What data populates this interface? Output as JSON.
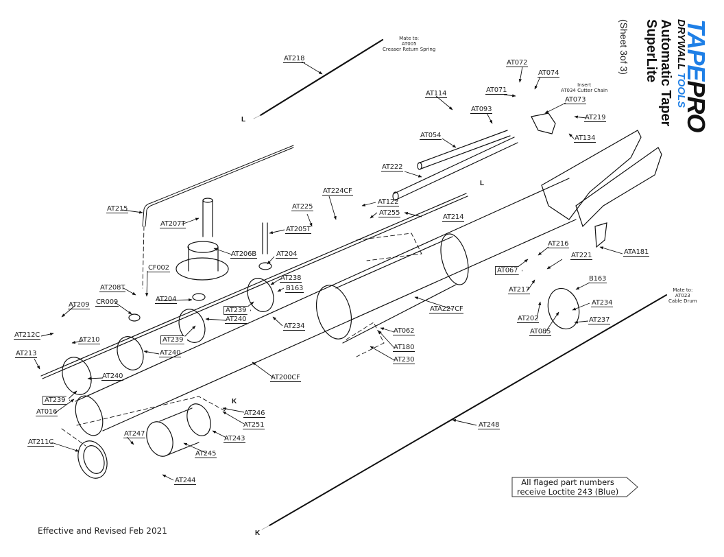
{
  "title_block": {
    "brand_part1": "TAPE",
    "brand_part2": "PRO",
    "subtitle_part1": "DRYWALL ",
    "subtitle_part2": "TOOLS",
    "product": "Automatic Taper",
    "model": "SuperLite",
    "sheet": "(Sheet 3of 3)",
    "brand_color": "#1e7fe6"
  },
  "notes": {
    "mate_top_line1": "Mate to:",
    "mate_top_line2": "AT005",
    "mate_top_line3": "Creaser Return Spring",
    "insert_line1": "Insert",
    "insert_line2": "AT034 Cutter Chain",
    "mate_right_line1": "Mate to:",
    "mate_right_line2": "AT023",
    "mate_right_line3": "Cable Drum",
    "loctite_line1": "All flaged part numbers",
    "loctite_line2": "receive Loctite 243 (Blue)"
  },
  "footer": "Effective and Revised Feb 2021",
  "connection_letters": {
    "L1": "L",
    "L2": "L",
    "K1": "K",
    "K2": "K"
  },
  "parts": [
    {
      "id": "AT218",
      "flagged": false
    },
    {
      "id": "AT072",
      "flagged": false
    },
    {
      "id": "AT074",
      "flagged": false
    },
    {
      "id": "AT071",
      "flagged": false
    },
    {
      "id": "AT073",
      "flagged": false
    },
    {
      "id": "AT114",
      "flagged": false
    },
    {
      "id": "AT093",
      "flagged": false
    },
    {
      "id": "AT219",
      "flagged": false
    },
    {
      "id": "AT134",
      "flagged": false
    },
    {
      "id": "AT054",
      "flagged": false
    },
    {
      "id": "AT222",
      "flagged": false
    },
    {
      "id": "AT224CF",
      "flagged": false
    },
    {
      "id": "AT225",
      "flagged": false
    },
    {
      "id": "AT122",
      "flagged": false
    },
    {
      "id": "AT255",
      "flagged": false
    },
    {
      "id": "AT214",
      "flagged": false
    },
    {
      "id": "AT215",
      "flagged": false
    },
    {
      "id": "AT207T",
      "flagged": false
    },
    {
      "id": "AT205T",
      "flagged": false
    },
    {
      "id": "AT206B",
      "flagged": false
    },
    {
      "id": "AT204",
      "flagged": false
    },
    {
      "id": "CF002",
      "flagged": false
    },
    {
      "id": "AT208T",
      "flagged": false
    },
    {
      "id": "AT238",
      "flagged": false
    },
    {
      "id": "B163",
      "flagged": false
    },
    {
      "id": "AT204",
      "flagged": false
    },
    {
      "id": "CR009",
      "flagged": false
    },
    {
      "id": "AT239",
      "flagged": true
    },
    {
      "id": "AT240",
      "flagged": false
    },
    {
      "id": "AT234",
      "flagged": false
    },
    {
      "id": "AT209",
      "flagged": false
    },
    {
      "id": "AT212C",
      "flagged": false
    },
    {
      "id": "AT210",
      "flagged": false
    },
    {
      "id": "AT239",
      "flagged": true
    },
    {
      "id": "AT240",
      "flagged": false
    },
    {
      "id": "AT213",
      "flagged": false
    },
    {
      "id": "AT240",
      "flagged": false
    },
    {
      "id": "AT239",
      "flagged": true
    },
    {
      "id": "AT016",
      "flagged": false
    },
    {
      "id": "ATA181",
      "flagged": false
    },
    {
      "id": "AT216",
      "flagged": false
    },
    {
      "id": "AT221",
      "flagged": false
    },
    {
      "id": "AT067",
      "flagged": true
    },
    {
      "id": "AT217",
      "flagged": false
    },
    {
      "id": "B163",
      "flagged": false
    },
    {
      "id": "AT234",
      "flagged": false
    },
    {
      "id": "AT202",
      "flagged": false
    },
    {
      "id": "AT237",
      "flagged": false
    },
    {
      "id": "AT085",
      "flagged": false
    },
    {
      "id": "ATA227CF",
      "flagged": false
    },
    {
      "id": "AT062",
      "flagged": false
    },
    {
      "id": "AT180",
      "flagged": false
    },
    {
      "id": "AT230",
      "flagged": false
    },
    {
      "id": "AT200CF",
      "flagged": false
    },
    {
      "id": "AT246",
      "flagged": false
    },
    {
      "id": "AT251",
      "flagged": false
    },
    {
      "id": "AT243",
      "flagged": false
    },
    {
      "id": "AT211C",
      "flagged": false
    },
    {
      "id": "AT247",
      "flagged": false
    },
    {
      "id": "AT245",
      "flagged": false
    },
    {
      "id": "AT244",
      "flagged": false
    },
    {
      "id": "AT248",
      "flagged": false
    }
  ]
}
